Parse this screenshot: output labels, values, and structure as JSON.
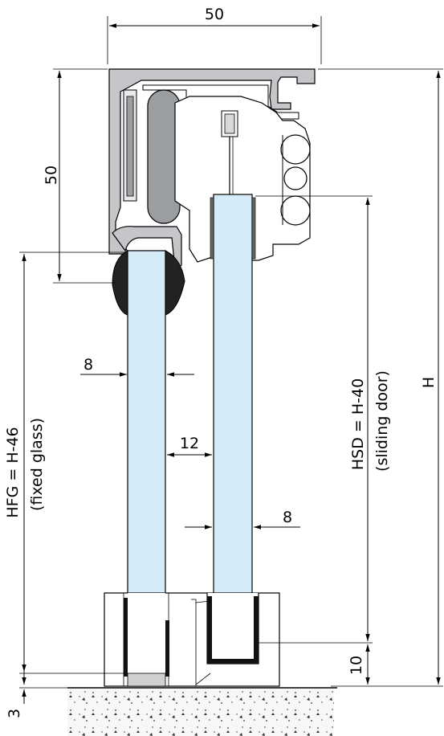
{
  "dimensions": {
    "top_width": "50",
    "profile_height": "50",
    "fixed_glass_thickness": "8",
    "gap": "12",
    "sliding_glass_thickness": "8",
    "bottom_clearance": "10",
    "floor_offset": "3",
    "total_height": "H"
  },
  "labels": {
    "hfg_formula": "HFG = H-46",
    "hfg_note": "(fixed glass)",
    "hsd_formula": "HSD = H-40",
    "hsd_note": "(sliding door)"
  },
  "colors": {
    "glass": "#d6ebf8",
    "aluminium": "#c4c6c9",
    "gasket": "#222222",
    "floor": "#f2f2f2"
  }
}
